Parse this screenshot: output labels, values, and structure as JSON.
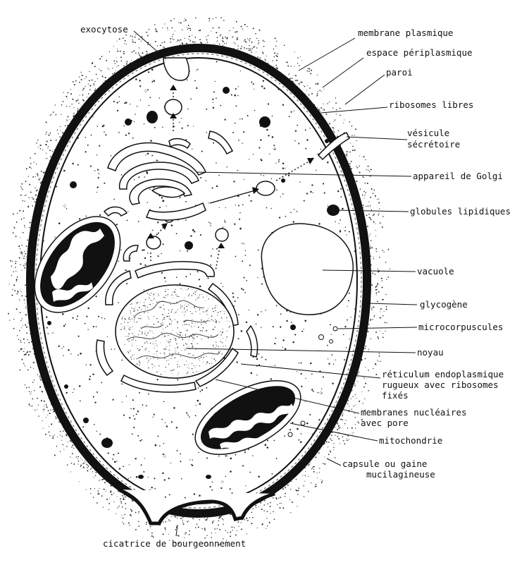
{
  "labels": {
    "exocytose": "exocytose",
    "membrane_plasmique": "membrane plasmique",
    "espace_periplasmique": "espace périplasmique",
    "paroi": "paroi",
    "ribosomes_libres": "ribosomes libres",
    "vesicule_line1": "vésicule",
    "vesicule_line2": "sécrétoire",
    "golgi": "appareil de Golgi",
    "globules": "globules lipidiques",
    "vacuole": "vacuole",
    "glycogene": "glycogène",
    "microcorpuscules": "microcorpuscules",
    "noyau": "noyau",
    "reticulum_line1": "réticulum endoplasmique",
    "reticulum_line2": "rugueux avec ribosomes",
    "reticulum_line3": "fixés",
    "membranes_line1": "membranes nucléaires",
    "membranes_line2": "avec pore",
    "mitochondrie": "mitochondrie",
    "capsule_line1": "capsule ou gaine",
    "capsule_line2": "mucilagineuse",
    "cicatrice": "cicatrice de bourgeonnement"
  }
}
